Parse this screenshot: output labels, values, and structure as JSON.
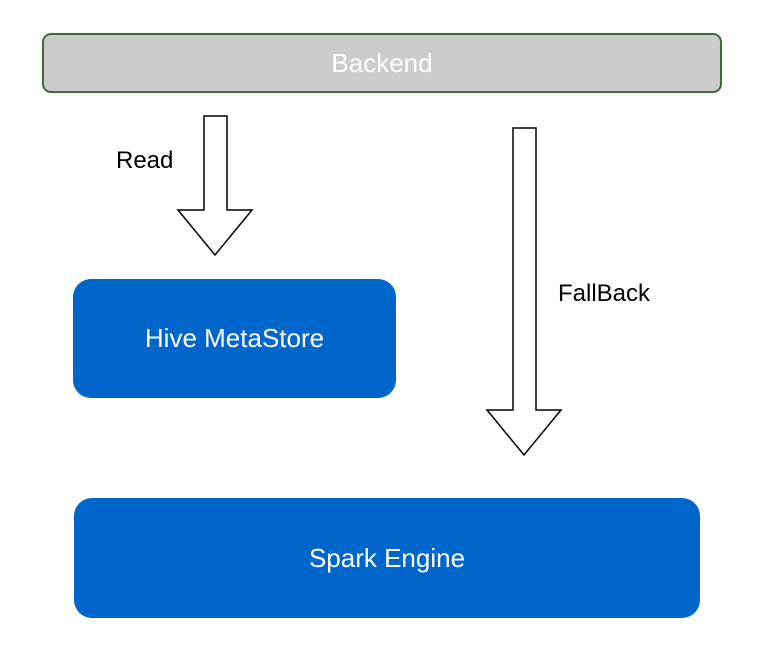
{
  "nodes": {
    "backend": "Backend",
    "hive_metastore": "Hive MetaStore",
    "spark_engine": "Spark Engine"
  },
  "edges": {
    "read": "Read",
    "fallback": "FallBack"
  },
  "colors": {
    "backend_fill": "#cccccc",
    "backend_border": "#3c6b3c",
    "node_fill": "#0066cc",
    "node_text": "#ffffff",
    "arrow_stroke": "#000000"
  }
}
